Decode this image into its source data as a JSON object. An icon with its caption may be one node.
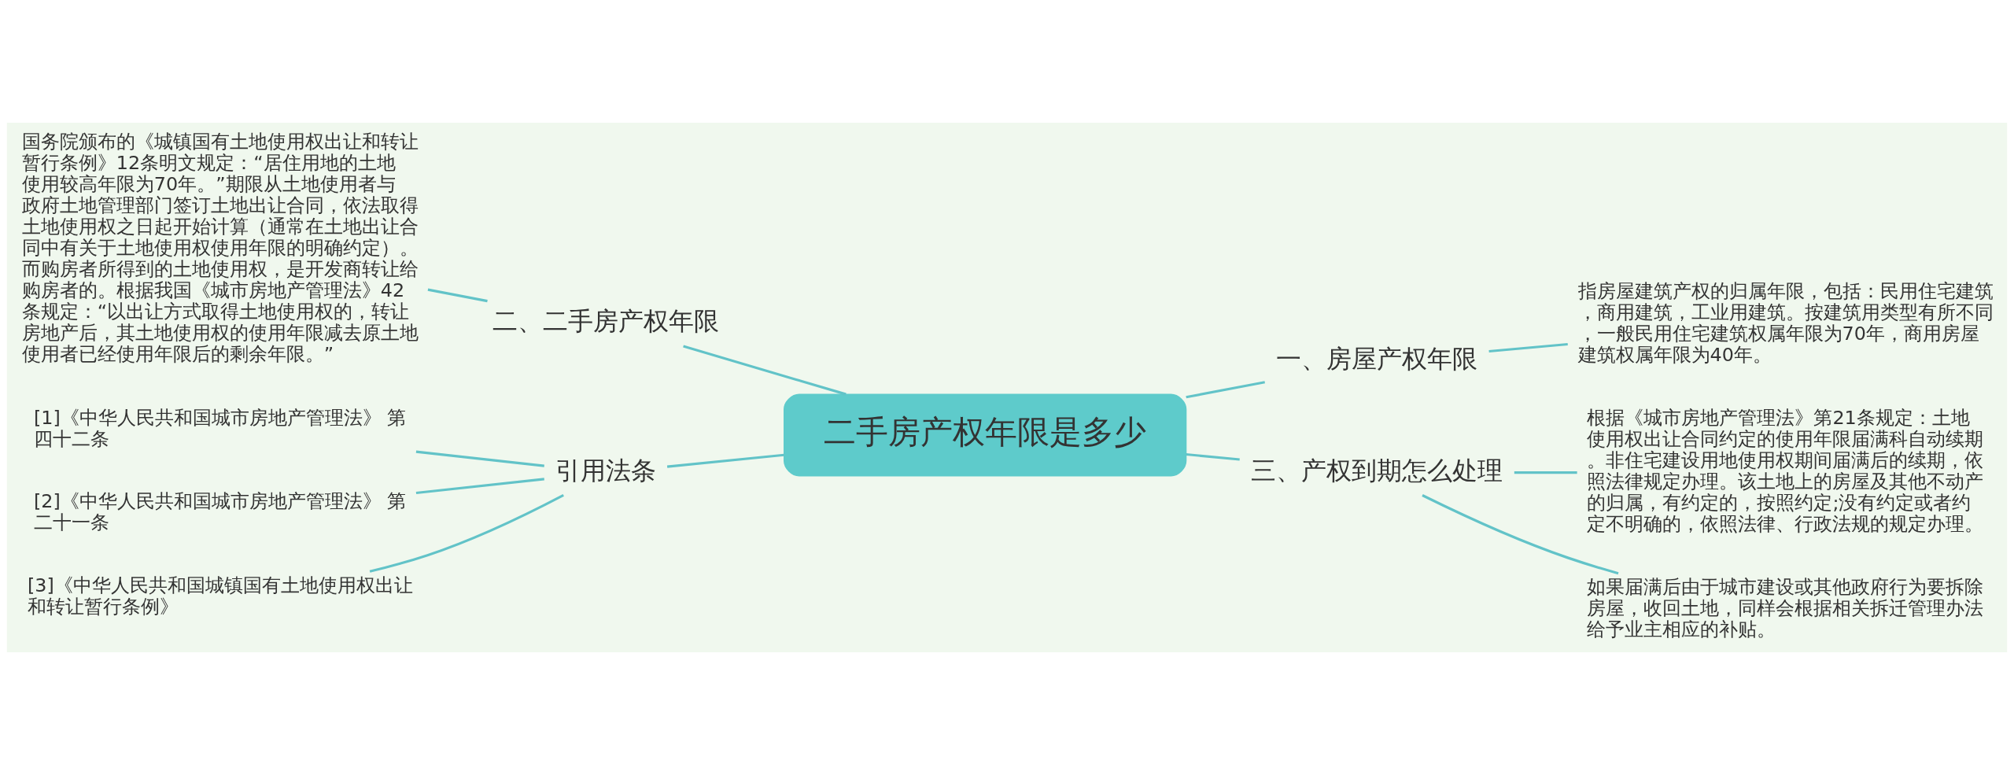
{
  "diagram": {
    "nodes": [
      {
        "text": [
          "二手房产权年限是多少"
        ]
      },
      {
        "text": [
          "一、房屋产权年限"
        ]
      },
      {
        "text": [
          "指房屋建筑产权的归属年限，包括：民用住宅建筑，商用建筑，工业用建筑。按建筑用类型有所不同，一般民用住宅建筑权属年限为70年，商用房屋建筑权属年限为40年。"
        ]
      },
      {
        "text": [
          "二、二手房产权年限"
        ]
      },
      {
        "text": [
          "国务院颁布的《城镇国有土地使用权出让和转让暂行条例》12条明文规定：“居住用地的土地使用较高年限为70年。”期限从土地使用者与政府土地管理部门签订土地出让合同，依法取得土地使用权之日起开始计算（通常在土地出让合同中有关于土地使用权使用年限的明确约定）。而购房者所得到的土地使用权，是开发商转让给购房者的。根据我国《城市房地产管理法》42条规定：“以出让方式取得土地使用权的，转让房地产后，其土地使用权的使用年限减去原土地使用者已经使用年限后的剩余年限。”"
        ]
      },
      {
        "text": [
          "三、产权到期怎么处理"
        ]
      },
      {
        "text": [
          "根据《城市房地产管理法》第21条规定：土地使用权出让合同约定的使用年限届满科自动续期。非住宅建设用地使用权期间届满后的续期，依照法律规定办理。该土地上的房屋及其他不动产的归属，有约定的，按照约定;没有约定或者约定不明确的，依照法律、行政法规的规定办理。"
        ]
      },
      {
        "text": [
          "如果届满后由于城市建设或其他政府行为要拆除房屋，收回土地，同样会根据相关拆迁管理办法给予业主相应的补贴。"
        ]
      },
      {
        "text": [
          "引用法条"
        ]
      },
      {
        "text": [
          "[1]《中华人民共和国城市房地产管理法》 第四十二条"
        ]
      },
      {
        "text": [
          "[2]《中华人民共和国城市房地产管理法》 第二十一条"
        ]
      },
      {
        "text": [
          "[3]《中华人民共和国城镇国有土地使用权出让和转让暂行条例》"
        ]
      }
    ],
    "edges": [
      {
        "from": 0,
        "to": 1,
        "arrow": "none"
      },
      {
        "from": 1,
        "to": 2,
        "arrow": "none"
      },
      {
        "from": 0,
        "to": 3,
        "arrow": "none"
      },
      {
        "from": 3,
        "to": 4,
        "arrow": "none"
      },
      {
        "from": 0,
        "to": 5,
        "arrow": "none"
      },
      {
        "from": 5,
        "to": 6,
        "arrow": "none"
      },
      {
        "from": 5,
        "to": 7,
        "arrow": "none"
      },
      {
        "from": 0,
        "to": 8,
        "arrow": "none"
      },
      {
        "from": 8,
        "to": 9,
        "arrow": "none"
      },
      {
        "from": 8,
        "to": 10,
        "arrow": "none"
      },
      {
        "from": 8,
        "to": 11,
        "arrow": "none"
      }
    ]
  }
}
